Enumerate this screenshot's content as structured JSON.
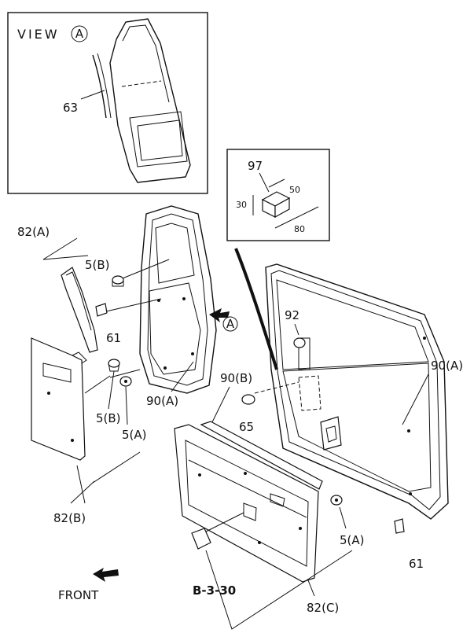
{
  "view": {
    "prefix": "VIEW",
    "letter": "A"
  },
  "dims": {
    "w": "50",
    "h": "30",
    "d": "80"
  },
  "labels": {
    "p63": "63",
    "p97": "97",
    "p82a": "82(A)",
    "p5b_top": "5(B)",
    "p61_left": "61",
    "pA": "A",
    "p92": "92",
    "p90a_right": "90(A)",
    "p90b": "90(B)",
    "p90a_mid": "90(A)",
    "p65": "65",
    "p5b_low": "5(B)",
    "p5a_left": "5(A)",
    "p82b": "82(B)",
    "p5a_right": "5(A)",
    "p61_right": "61",
    "p82c": "82(C)",
    "ref": "B-3-30",
    "front": "FRONT"
  }
}
